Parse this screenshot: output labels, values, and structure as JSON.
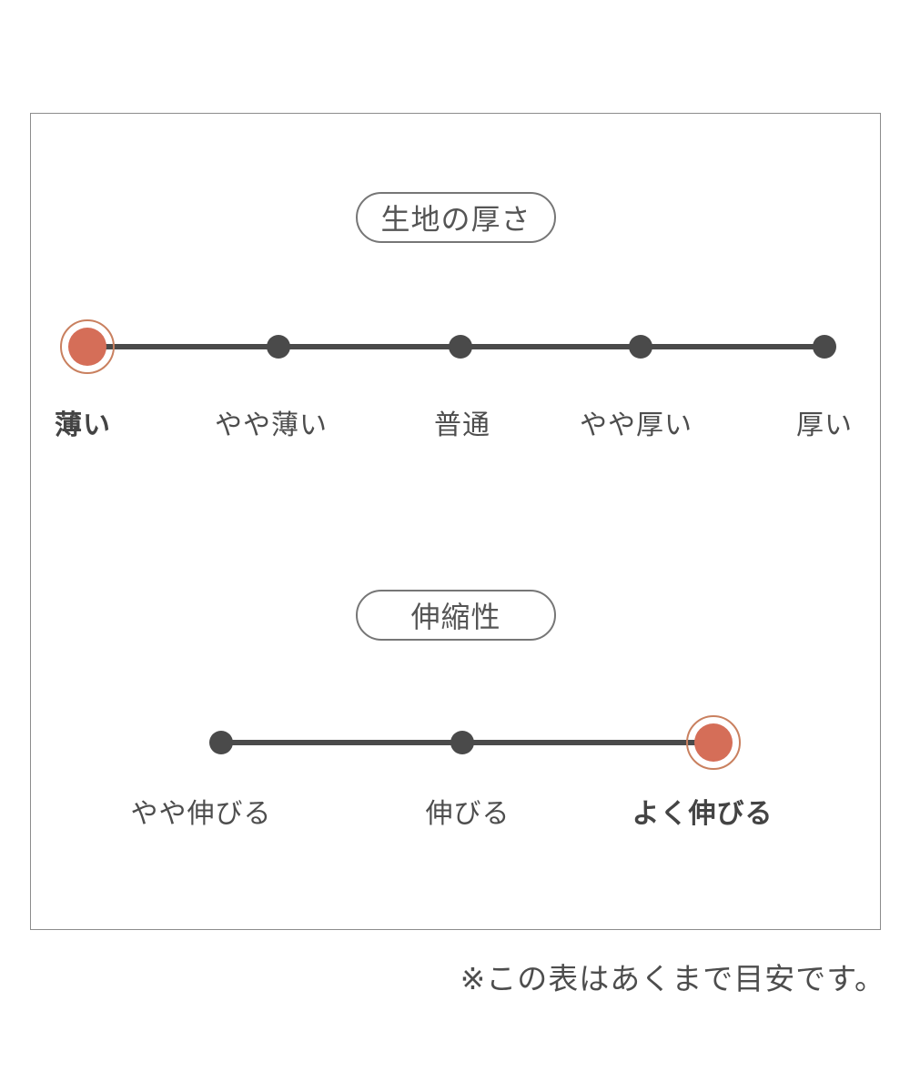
{
  "chart_data": [
    {
      "type": "rating-scale",
      "title": "生地の厚さ",
      "categories": [
        "薄い",
        "やや薄い",
        "普通",
        "やや厚い",
        "厚い"
      ],
      "selected": "薄い",
      "selected_index": 0,
      "num_levels": 5
    },
    {
      "type": "rating-scale",
      "title": "伸縮性",
      "categories": [
        "やや伸びる",
        "伸びる",
        "よく伸びる"
      ],
      "selected": "よく伸びる",
      "selected_index": 2,
      "num_levels": 3
    }
  ],
  "footnote": "※この表はあくまで目安です。",
  "colors": {
    "accent_dot": "#d56e58",
    "accent_ring": "#c9805f",
    "track_and_dots": "#4a4a4a",
    "text": "#4d4d4d",
    "panel_border": "#8c8c8c",
    "pill_border": "#767676"
  }
}
